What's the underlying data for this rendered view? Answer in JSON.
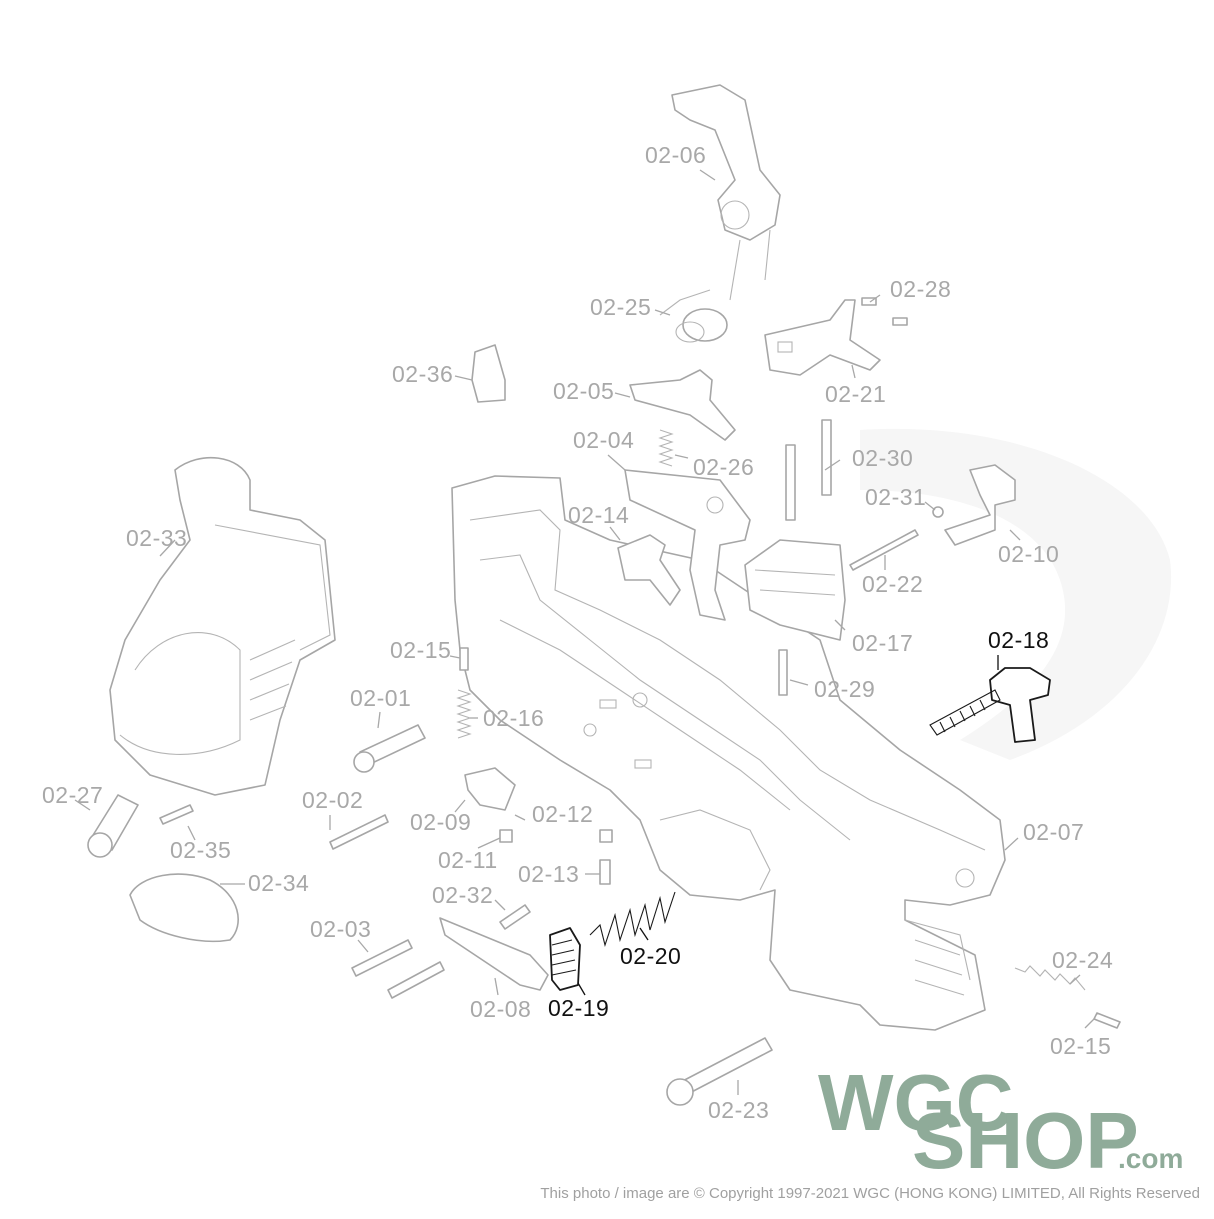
{
  "diagram": {
    "highlight_color": "#111111",
    "muted_color": "#a8a8a8",
    "labels": {
      "p0206": "02-06",
      "p0225": "02-25",
      "p0228": "02-28",
      "p0221": "02-21",
      "p0236": "02-36",
      "p0205": "02-05",
      "p0204": "02-04",
      "p0226": "02-26",
      "p0230": "02-30",
      "p0231": "02-31",
      "p0210": "02-10",
      "p0214": "02-14",
      "p0222": "02-22",
      "p0233": "02-33",
      "p0217": "02-17",
      "p0218": "02-18",
      "p0215a": "02-15",
      "p0229": "02-29",
      "p0201": "02-01",
      "p0216": "02-16",
      "p0227": "02-27",
      "p0202": "02-02",
      "p0209": "02-09",
      "p0212": "02-12",
      "p0207": "02-07",
      "p0235": "02-35",
      "p0211": "02-11",
      "p0213": "02-13",
      "p0234": "02-34",
      "p0232": "02-32",
      "p0203": "02-03",
      "p0220": "02-20",
      "p0224": "02-24",
      "p0219": "02-19",
      "p0208": "02-08",
      "p0215b": "02-15",
      "p0223": "02-23"
    }
  },
  "brand": {
    "logo_line1": "WGC",
    "logo_line2": "SHOP",
    "logo_suffix": ".com",
    "logo_color": "#8fab99",
    "copyright": "This photo / image are © Copyright 1997-2021 WGC (HONG KONG) LIMITED, All Rights Reserved"
  }
}
